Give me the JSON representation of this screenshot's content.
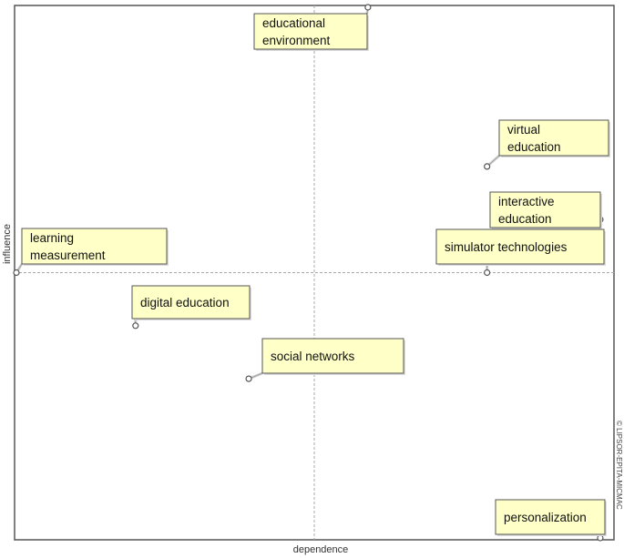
{
  "chart_data": {
    "type": "scatter",
    "xlabel": "dependence",
    "ylabel": "influence",
    "xlim": [
      0,
      1
    ],
    "ylim": [
      0,
      1
    ],
    "grid": false,
    "quadrant_lines": {
      "x": 0.5,
      "y": 0.5
    },
    "series": [
      {
        "points": [
          {
            "label": "educational environment",
            "lines": [
              "educational",
              "environment"
            ],
            "x": 0.59,
            "y": 1.0
          },
          {
            "label": "virtual education",
            "lines": [
              "virtual",
              "education"
            ],
            "x": 0.79,
            "y": 0.7
          },
          {
            "label": "interactive education",
            "lines": [
              "interactive",
              "education"
            ],
            "x": 0.98,
            "y": 0.6
          },
          {
            "label": "learning measurement",
            "lines": [
              "learning",
              "measurement"
            ],
            "x": 0.0,
            "y": 0.5
          },
          {
            "label": "simulator technologies",
            "lines": [
              "simulator technologies"
            ],
            "x": 0.79,
            "y": 0.5
          },
          {
            "label": "digital education",
            "lines": [
              "digital education"
            ],
            "x": 0.2,
            "y": 0.4
          },
          {
            "label": "social networks",
            "lines": [
              "social networks"
            ],
            "x": 0.39,
            "y": 0.3
          },
          {
            "label": "personalization",
            "lines": [
              "personalization"
            ],
            "x": 0.98,
            "y": 0.0
          }
        ]
      }
    ]
  },
  "credit": "© LIPSOR-EPITA-MICMAC"
}
